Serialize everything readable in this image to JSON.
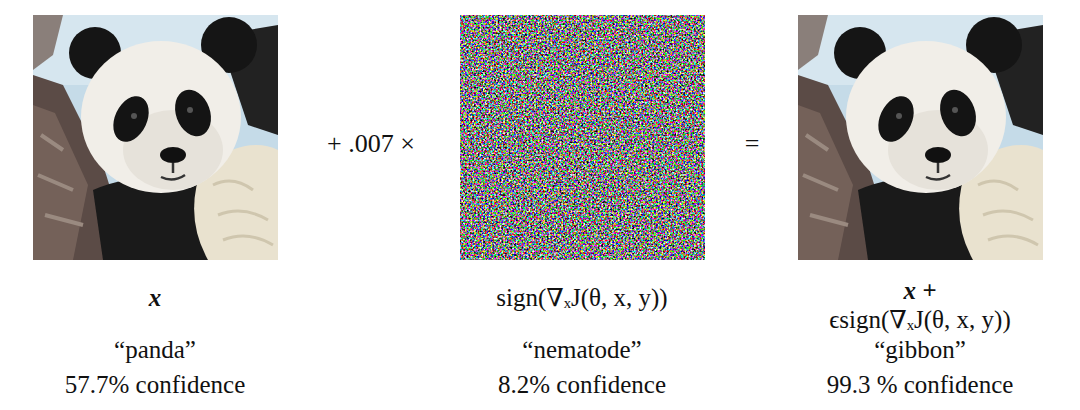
{
  "diagram": {
    "labels": [
      "x",
      "“panda”",
      "57.7% confidence",
      "+ .007 ×",
      "sign(∇ₓJ(θ, x, y))",
      "“nematode”",
      "8.2% confidence",
      "=",
      "x +",
      "ϵsign(∇ₓJ(θ, x, y))",
      "“gibbon”",
      "99.3 % confidence"
    ]
  }
}
